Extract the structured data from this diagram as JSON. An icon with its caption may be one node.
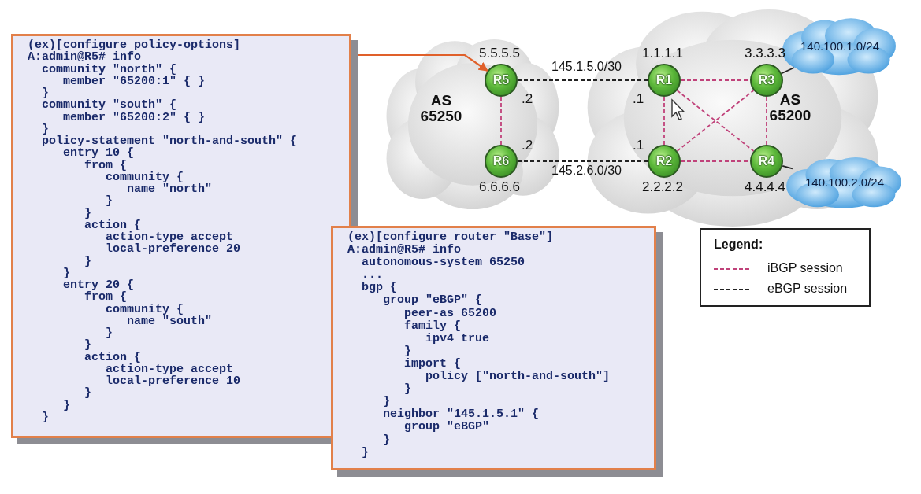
{
  "diagram": {
    "nodes": [
      {
        "text": [
          "(ex)[configure policy-options]",
          "A:admin@R5# info",
          "  community \"north\" {",
          "     member \"65200:1\" { }",
          "  }",
          "  community \"south\" {",
          "     member \"65200:2\" { }",
          "  }",
          "  policy-statement \"north-and-south\" {",
          "     entry 10 {",
          "        from {",
          "           community {",
          "              name \"north\"",
          "           }",
          "        }",
          "        action {",
          "           action-type accept",
          "           local-preference 20",
          "        }",
          "     }",
          "     entry 20 {",
          "        from {",
          "           community {",
          "              name \"south\"",
          "           }",
          "        }",
          "        action {",
          "           action-type accept",
          "           local-preference 10",
          "        }",
          "     }",
          "  }"
        ]
      },
      {
        "text": [
          "(ex)[configure router \"Base\"]",
          "A:admin@R5# info",
          "  autonomous-system 65250",
          "  ...",
          "  bgp {",
          "     group \"eBGP\" {",
          "        peer-as 65200",
          "        family {",
          "           ipv4 true",
          "        }",
          "        import {",
          "           policy [\"north-and-south\"]",
          "        }",
          "     }",
          "     neighbor \"145.1.5.1\" {",
          "        group \"eBGP\"",
          "     }",
          "  }"
        ]
      },
      {
        "text": [
          "AS 65250"
        ]
      },
      {
        "text": [
          "AS 65200"
        ]
      },
      {
        "text": [
          "R5"
        ],
        "beside": [
          "5.5.5.5",
          ".2"
        ],
        "in": 2
      },
      {
        "text": [
          "R1"
        ],
        "beside": [
          "1.1.1.1",
          ".1"
        ],
        "in": 3
      },
      {
        "text": [
          "R3"
        ],
        "beside": [
          "3.3.3.3"
        ],
        "in": 3
      },
      {
        "text": [
          "R6"
        ],
        "beside": [
          ".2",
          "6.6.6.6"
        ],
        "in": 2
      },
      {
        "text": [
          "R2"
        ],
        "beside": [
          ".1",
          "2.2.2.2"
        ],
        "in": 3
      },
      {
        "text": [
          "R4"
        ],
        "beside": [
          "4.4.4.4"
        ],
        "in": 3
      },
      {
        "text": [
          "140.100.1.0/24"
        ]
      },
      {
        "text": [
          "140.100.2.0/24"
        ]
      }
    ],
    "edges": [
      {
        "from": 0,
        "to": 4,
        "arrow": "to",
        "color": "#e0602a"
      },
      {
        "from": 4,
        "to": 5,
        "arrow": "none",
        "label": "145.1.5.0/30",
        "style": "dashed",
        "color": "#222222"
      },
      {
        "from": 7,
        "to": 8,
        "arrow": "none",
        "label": "145.2.6.0/30",
        "style": "dashed",
        "color": "#222222"
      },
      {
        "from": 4,
        "to": 7,
        "arrow": "none",
        "style": "dashed"
      },
      {
        "from": 5,
        "to": 6,
        "arrow": "none",
        "style": "dashed"
      },
      {
        "from": 5,
        "to": 8,
        "arrow": "none",
        "style": "dashed"
      },
      {
        "from": 5,
        "to": 9,
        "arrow": "none",
        "style": "dashed"
      },
      {
        "from": 8,
        "to": 6,
        "arrow": "none",
        "style": "dashed"
      },
      {
        "from": 8,
        "to": 9,
        "arrow": "none",
        "style": "dashed"
      },
      {
        "from": 6,
        "to": 9,
        "arrow": "none",
        "style": "dashed"
      },
      {
        "from": 6,
        "to": 10,
        "arrow": "none",
        "color": "#222222"
      },
      {
        "from": 9,
        "to": 11,
        "arrow": "none",
        "color": "#222222"
      }
    ],
    "labels": [
      "Legend:"
    ],
    "legend": [
      {
        "text": "iBGP session"
      },
      {
        "text": "eBGP session"
      }
    ]
  }
}
